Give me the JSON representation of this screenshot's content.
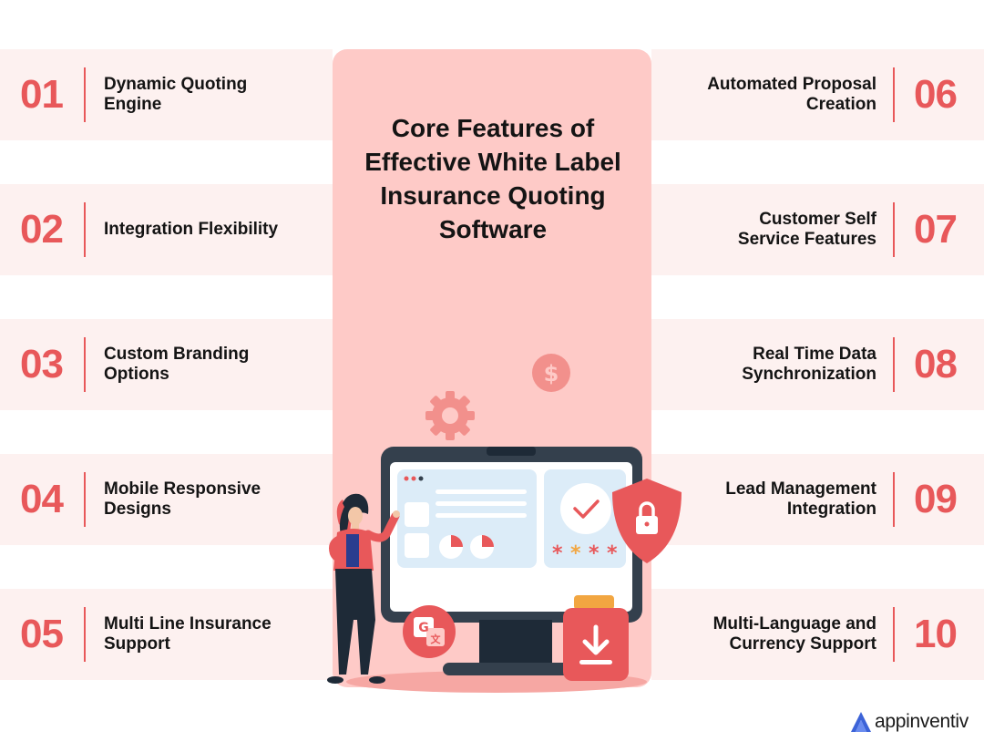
{
  "title": "Core Features of Effective White Label Insurance Quoting Software",
  "features": [
    {
      "num": "01",
      "label": "Dynamic Quoting Engine"
    },
    {
      "num": "02",
      "label": "Integration Flexibility"
    },
    {
      "num": "03",
      "label": "Custom Branding Options"
    },
    {
      "num": "04",
      "label": "Mobile Responsive Designs"
    },
    {
      "num": "05",
      "label": "Multi Line Insurance Support"
    },
    {
      "num": "06",
      "label": "Automated Proposal Creation"
    },
    {
      "num": "07",
      "label": "Customer Self Service Features"
    },
    {
      "num": "08",
      "label": "Real Time Data Synchronization"
    },
    {
      "num": "09",
      "label": "Lead Management Integration"
    },
    {
      "num": "10",
      "label": "Multi-Language and Currency Support"
    }
  ],
  "illustration": {
    "icons": [
      "dollar-icon",
      "gear-icon",
      "monitor-icon",
      "checkmark-icon",
      "shield-lock-icon",
      "password-asterisks-icon",
      "translate-icon",
      "download-icon",
      "woman-presenting-figure"
    ]
  },
  "brand": {
    "name": "appinventiv"
  },
  "colors": {
    "accent": "#e8585a",
    "band": "#fdf1f0",
    "panel": "#fecac7",
    "dark": "#34404d"
  }
}
